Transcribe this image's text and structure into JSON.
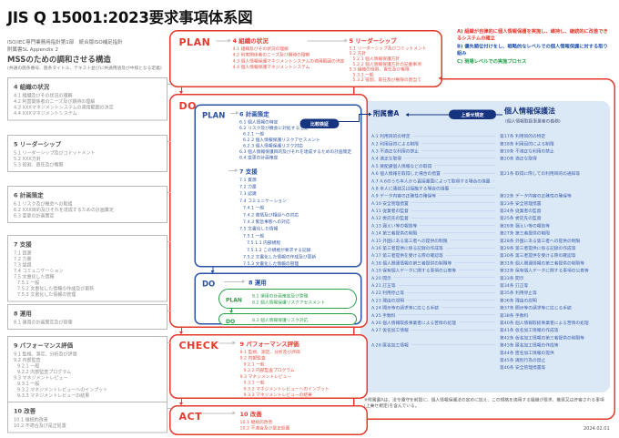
{
  "title": "JIS Q 15001:2023要求事項体系図",
  "subtitle": {
    "line1": "ISO/IEC専門業務用指針第1部　統合版ISO補足指針",
    "line2": "附属書SL Appendix 2",
    "line3": "MSSのための調和させる構造",
    "line4": "(共通の箇条番号、箇条タイトル、テキスト並びに共通用語及び中核となる定義)"
  },
  "notes": {
    "a": "A) 組織が自律的に個人情報保護を実施し、維持し、継続的に改善できるシステムの確立",
    "b": "B) 優先順位付けをし、戦略的なレベルでの個人情報保護に対する取り組み",
    "c": "C) 現場レベルでの実施プロセス",
    "color_a": "#e5392c",
    "color_b": "#2456b0",
    "color_c": "#27a04a"
  },
  "mss": {
    "boxes": [
      {
        "heading": "4 組織の状況",
        "items": [
          "4.1 組織及びその状況の理解",
          "4.2 利害関係者のニーズ及び期待の理解",
          "4.3 XXXマネジメントシステムの適用範囲の決定",
          "4.4 XXXマネジメントシステム"
        ]
      },
      {
        "heading": "5 リーダーシップ",
        "items": [
          "5.1 リーダーシップ及びコミットメント",
          "5.2 XXX方針",
          "5.3 役割、責任及び権限"
        ]
      },
      {
        "heading": "6 計画策定",
        "items": [
          "6.1 リスク及び機会への取組",
          "6.2 XXX目的及びそれを達成するための計画策定",
          "6.3 変更の計画策定"
        ]
      },
      {
        "heading": "7 支援",
        "items": [
          "7.1 資源",
          "7.2 力量",
          "7.3 認識",
          "7.4 コミュニケーション",
          "7.5 文書化した情報",
          "7.5.1 一般",
          "7.5.2 文書化した情報の作成及び更新",
          "7.5.3 文書化した情報の管理"
        ]
      },
      {
        "heading": "8 運用",
        "items": [
          "8.1 運用の計画策定及び管理"
        ]
      },
      {
        "heading": "9 パフォーマンス評価",
        "items": [
          "9.1 監視、測定、分析及び評価",
          "9.2 内部監査",
          "9.2.1 一般",
          "9.2.2 内部監査プログラム",
          "9.3 マネジメントレビュー",
          "9.3.1 一般",
          "9.3.2 マネジメントレビューへのインプット",
          "9.3.3 マネジメントレビューの結果"
        ]
      },
      {
        "heading": "10 改善",
        "items": [
          "10.1 継続的改善",
          "10.2 不適合及び是正処置"
        ]
      }
    ]
  },
  "plan": {
    "label": "PLAN",
    "h4": "4 組織の状況",
    "items4": [
      "4.1 組織及びその状況の理解",
      "4.2 利害関係者のニーズ及び期待の理解",
      "4.3 個人情報保護マネジメントシステムの適用範囲の決定",
      "4.4 個人情報保護マネジメントシステム"
    ],
    "h5": "5 リーダーシップ",
    "items5": [
      "5.1 リーダーシップ及びコミットメント",
      "5.2 方針",
      "5.2.1 個人情報保護方針",
      "5.2.2 個人情報保護方針の記載事項",
      "5.3 組織の役割、責任及び権限",
      "5.3.1 一般",
      "5.3.2 役割、責任及び権限の割当て"
    ]
  },
  "do": {
    "label": "DO",
    "plan_label": "PLAN",
    "h6": "6 計画策定",
    "items6": [
      "6.1 個人情報の特定",
      "6.2 リスク及び機会に対処する活動",
      "6.2.1 一般",
      "6.2.2 個人情報保護リスクアセスメント",
      "6.2.3 個人情報保護リスク対応",
      "6.3 個人情報保護目的及びそれを達成するための計画策定",
      "6.4 変更の計画策定"
    ],
    "badge": "比較検証",
    "h7": "7 支援",
    "items7": [
      "7.1 資源",
      "7.2 力量",
      "7.3 認識",
      "7.4 コミュニケーション",
      "7.4.1 一般",
      "7.4.2 苦情及び相談への対応",
      "7.4.3 緊急事態への対応",
      "7.5 文書化した情報",
      "7.5.1 一般",
      "7.5.1.1 内部規程",
      "7.5.1.2 この規格が要求する記録",
      "7.5.2 文書化した情報の作成及び更新",
      "7.5.3 文書化した情報の管理"
    ],
    "do_label": "DO",
    "h8": "8 運用",
    "plan2_label": "PLAN",
    "items8plan": [
      "8.1 運用の計画策定及び管理",
      "8.2 個人情報保護リスクアセスメント"
    ],
    "do2_label": "DO",
    "items8do": [
      "8.3 個人情報保護リスク対応"
    ]
  },
  "check": {
    "label": "CHECK",
    "h9": "9 パフォーマンス評価",
    "items9": [
      "9.1 監視、測定、分析及び評価",
      "9.2 内部監査",
      "9.2.1 一般",
      "9.2.2 内部監査プログラム",
      "9.3 マネジメントレビュー",
      "9.3.1 一般",
      "9.3.2 マネジメントレビューへのインプット",
      "9.3.3 マネジメントレビューの結果"
    ]
  },
  "act": {
    "label": "ACT",
    "h10": "10 改善",
    "items10": [
      "10.1 継続的改善",
      "10.2 不適合及び是正処置"
    ]
  },
  "right_panel": {
    "annex_title": "附属書A",
    "badge": "上乗せ規定",
    "law_title": "個人情報保護法",
    "law_subtitle": "(個人情報取扱事業者の義務)",
    "annex_items": [
      "A.1 利用目的の特定",
      "A.2 利用目的による制限",
      "A.3 不適正な利用の禁止",
      "A.4 適正な取得",
      "A.5 要配慮個人情報などの取得",
      "A.6 個人情報を取得した場合の措置",
      "A.7 A.6のうち本人から直接書面によって取得する場合の措置",
      "A.8 本人に連絡又は接触する場合の措置",
      "A.9 データ内容の正確性の確保等",
      "A.10 安全管理措置",
      "A.11 従業者の監督",
      "A.12 委託先の監督",
      "A.13 漏えい等の報告等",
      "A.14 第三者提供の制限",
      "A.15 外国にある第三者への提供の制限",
      "A.16 第三者提供に係る記録の作成等",
      "A.17 第三者提供を受ける際の確認等",
      "A.18 個人関連情報の第三者提供の制限等",
      "A.19 保有個人データに関する事項の公表等",
      "A.20 開示",
      "A.21 訂正等",
      "A.22 利用停止等",
      "A.23 理由の説明",
      "A.24 開示等の請求等に応じる手続",
      "A.25 手数料",
      "A.26 個人情報取扱事業者による苦情の処理",
      "A.27 仮名加工情報",
      "",
      "A.28 匿名加工情報"
    ],
    "law_items": [
      "第17条 利用目的の特定",
      "第18条 利用目的による制限",
      "第19条 不適正な利用の禁止",
      "第20条 適正な取得",
      "",
      "第21条 取得に際しての利用目的の通知等",
      "",
      "",
      "第22条 データ内容の正確性の確保等",
      "第23条 安全管理措置",
      "第24条 従業者の監督",
      "第25条 委託先の監督",
      "第26条 漏えい等の報告等",
      "第27条 第三者提供の制限",
      "第28条 外国にある第三者への提供の制限",
      "第29条 第三者提供に係る記録の作成等",
      "第30条 第三者提供を受ける際の確認等",
      "第31条 個人関連情報の第三者提供の制限等",
      "第32条 保有個人データに関する事項の公表等",
      "第33条 開示",
      "第34条 訂正等",
      "第35条 利用停止等",
      "第36条 理由の説明",
      "第37条 開示等の請求等に応じる手続",
      "第38条 手数料",
      "第40条 個人情報取扱事業者による苦情の処理",
      "第41条 仮名加工情報の作成等",
      "第42条 仮名加工情報の第三者提供の制限等",
      "第43条 匿名加工情報の作成等",
      "第44条 匿名加工情報の提供",
      "第45条 識別行為の禁止",
      "第46条 安全管理措置等"
    ],
    "footnote_line1": "※附属書Aは、法令遵守を前提に、個人情報保護法の定めに加え、この規格を適用する組織が要求、推奨又は許容される事項",
    "footnote_line2": "(上乗せ規定)を含んでいる。"
  },
  "date": "2024.02.01"
}
